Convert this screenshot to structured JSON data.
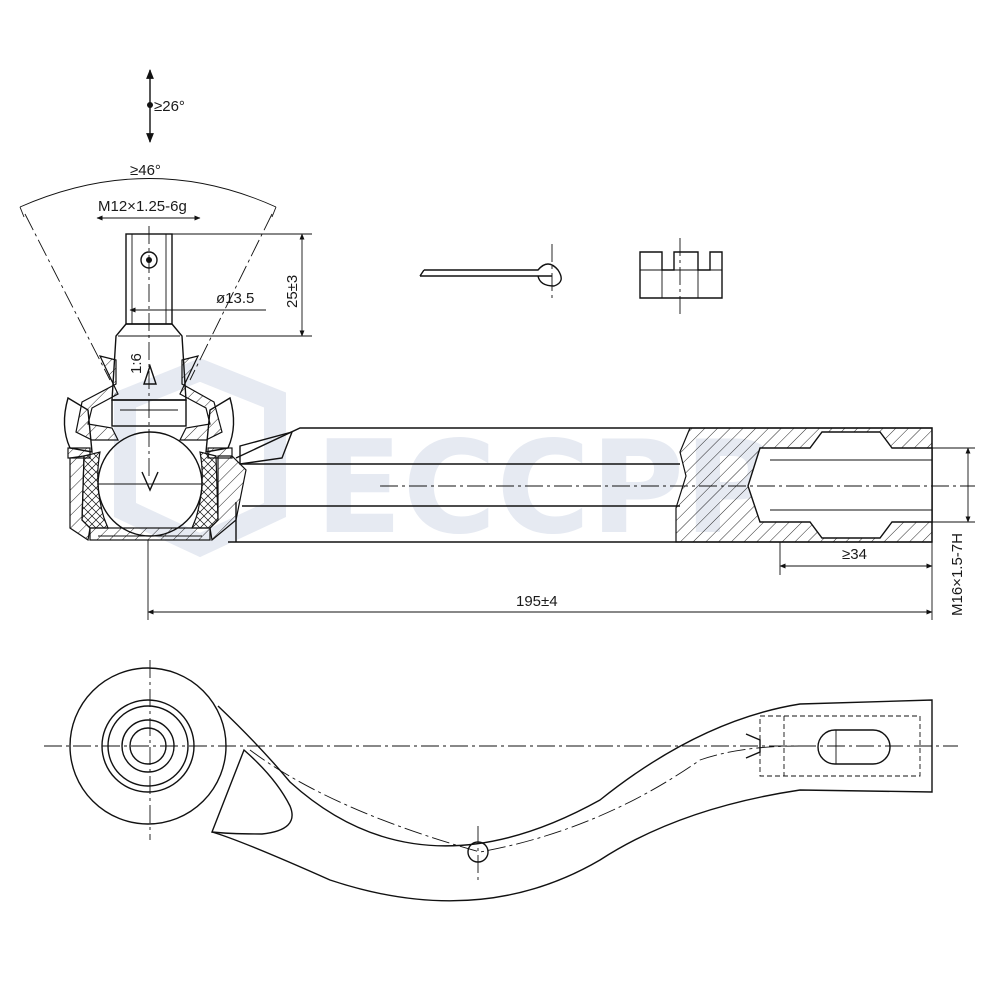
{
  "watermark": {
    "brand": "ECCPP"
  },
  "dimensions": {
    "swivel_angle": "≥26°",
    "cone_angle": "≥46°",
    "stud_thread": "M12×1.25-6g",
    "stud_diameter": "ø13.5",
    "taper": "1:6",
    "stud_height": "25±3",
    "thread_depth": "≥34",
    "overall_length": "195±4",
    "internal_thread": "M16×1.5-7H"
  },
  "colors": {
    "line": "#111111",
    "watermark": "#e6eaf2",
    "background": "#ffffff"
  }
}
